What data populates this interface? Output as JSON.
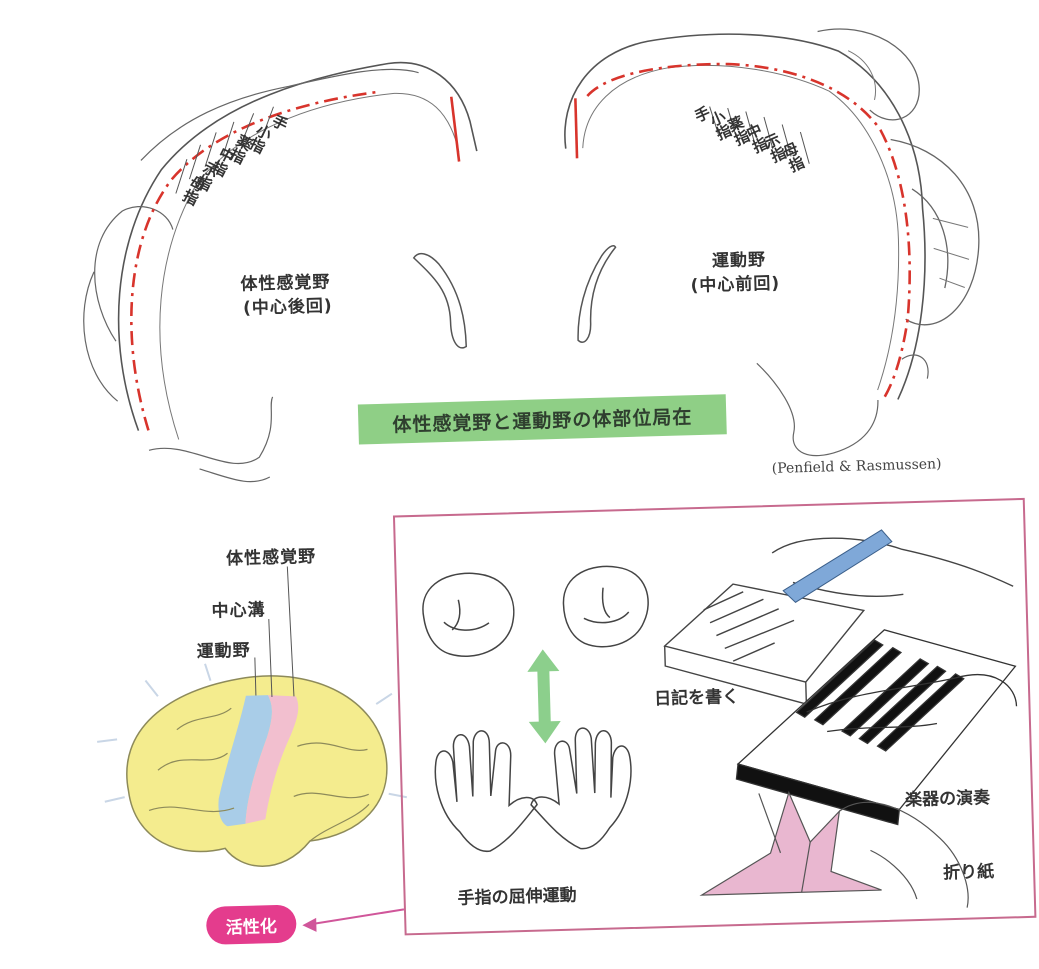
{
  "top": {
    "sensory_label": "体性感覚野",
    "sensory_sub": "(中心後回)",
    "motor_label": "運動野",
    "motor_sub": "(中心前回)",
    "banner": "体性感覚野と運動野の体部位局在",
    "citation": "(Penfield & Rasmussen)",
    "left_finger_labels": [
      "手",
      "小指",
      "薬指",
      "中指",
      "示指",
      "母指"
    ],
    "right_finger_labels": [
      "手",
      "小指",
      "薬指",
      "中指",
      "示指",
      "母指"
    ]
  },
  "bottom": {
    "brain_labels": {
      "sensory": "体性感覚野",
      "sulcus": "中心溝",
      "motor": "運動野"
    },
    "activation_badge": "活性化",
    "activities": {
      "flexion": "手指の屈伸運動",
      "diary": "日記を書く",
      "instrument": "楽器の演奏",
      "origami": "折り紙"
    }
  },
  "colors": {
    "red_dash": "#d8342c",
    "banner_green": "#8fcf86",
    "arrow_green": "#8ccf8c",
    "box_border": "#c76a8e",
    "badge_pink": "#e43c8d",
    "brain_yellow": "#f4ec8e",
    "motor_blue": "#a9cde8",
    "sensory_pink": "#f2bfcf",
    "pen_blue": "#7fa8d8",
    "crane_pink": "#e9b7d0"
  }
}
